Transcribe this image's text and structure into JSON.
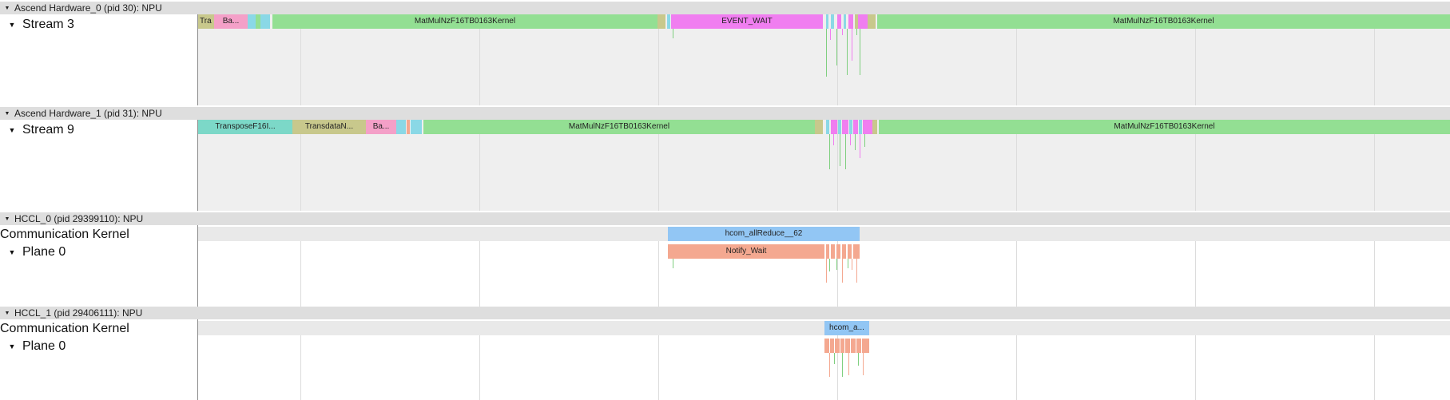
{
  "colors": {
    "matmul": "#93df93",
    "event_wait": "#f07ef0",
    "transpose": "#7cd8c8",
    "transdata": "#c8c88c",
    "pink": "#f4a0c8",
    "cyan": "#8ad8e6",
    "allreduce": "#92c6f4",
    "notify": "#f4a890"
  },
  "sections": [
    {
      "header": "Ascend Hardware_0 (pid 30): NPU",
      "rows": [
        "Stream 3"
      ]
    },
    {
      "header": "Ascend Hardware_1 (pid 31): NPU",
      "rows": [
        "Stream 9"
      ]
    },
    {
      "header": "HCCL_0 (pid 29399110): NPU",
      "rows": [
        "Communication Kernel",
        "Plane 0"
      ]
    },
    {
      "header": "HCCL_1 (pid 29406111): NPU",
      "rows": [
        "Communication Kernel",
        "Plane 0"
      ]
    }
  ],
  "slices": {
    "s3": [
      {
        "label": "Tra",
        "color": "transdata"
      },
      {
        "label": "Ba...",
        "color": "pink"
      },
      {
        "label": "MatMulNzF16TB0163Kernel",
        "color": "matmul"
      },
      {
        "label": "EVENT_WAIT",
        "color": "event_wait"
      },
      {
        "label": "MatMulNzF16TB0163Kernel",
        "color": "matmul"
      }
    ],
    "s9": [
      {
        "label": "TransposeF16I...",
        "color": "transpose"
      },
      {
        "label": "TransdataN...",
        "color": "transdata"
      },
      {
        "label": "Ba...",
        "color": "pink"
      },
      {
        "label": "MatMulNzF16TB0163Kernel",
        "color": "matmul"
      },
      {
        "label": "MatMulNzF16TB0163Kernel",
        "color": "matmul"
      }
    ],
    "hccl0": [
      {
        "label": "hcom_allReduce__62",
        "color": "allreduce"
      },
      {
        "label": "Notify_Wait",
        "color": "notify"
      }
    ],
    "hccl1": [
      {
        "label": "hcom_a...",
        "color": "allreduce"
      }
    ]
  }
}
